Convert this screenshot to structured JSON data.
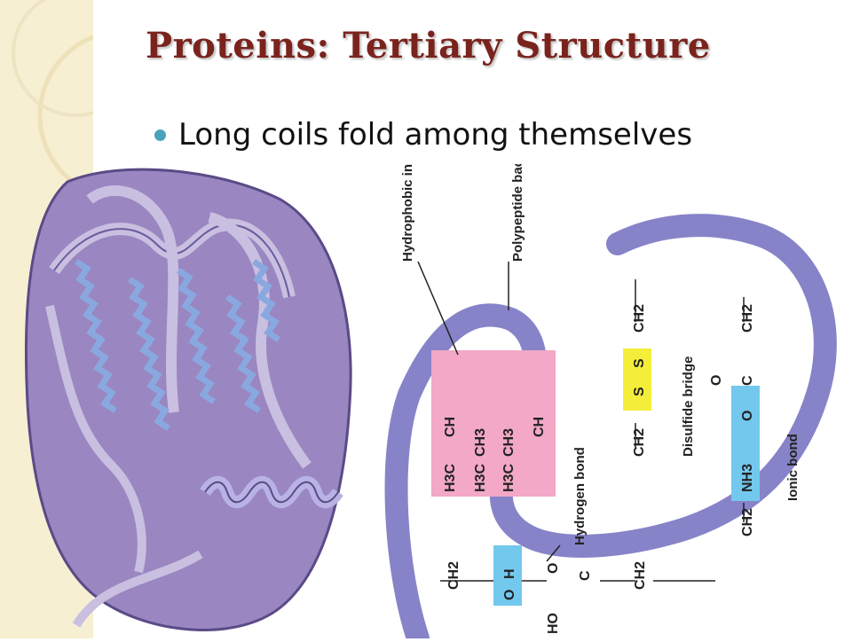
{
  "slide": {
    "title": "Proteins: Tertiary Structure",
    "bullet": "Long coils fold among themselves"
  },
  "diagram": {
    "callouts": {
      "hydrophobic": "Hydrophobic interactions",
      "backbone": "Polypeptide backbone",
      "disulfide": "Disulfide bridge",
      "ionic": "Ionic bond",
      "hydrogen": "Hydrogen bond"
    },
    "hydrophobic_box": {
      "col1_top": "CH",
      "col1_bottom": "H3C",
      "col2_top": "CH3",
      "col2_bottom": "H3C",
      "col3_top": "CH3",
      "col3_bottom": "H3C",
      "col4_top": "CH"
    },
    "disulfide": {
      "top": "CH2",
      "s1": "S",
      "s2": "S",
      "bottom": "CH2"
    },
    "ionic": {
      "top": "CH2",
      "c": "C",
      "o_double": "O",
      "o_minus": "O",
      "nh3": "NH3",
      "bottom": "CH2"
    },
    "hbond": {
      "left_ch2": "CH2",
      "o_left": "O",
      "h": "H",
      "o_right": "O",
      "c": "C",
      "ho": "HO",
      "right_ch2": "CH2"
    }
  },
  "colors": {
    "title": "#7a231d",
    "bullet": "#4aa3ba",
    "backbone": "#8783c9",
    "blob": "#9a86c0",
    "hydrophobic_box": "#f2a8c6",
    "disulfide_box": "#f4ee3a",
    "ionic_box": "#73c8ee",
    "hbond_box": "#73c8ee"
  }
}
